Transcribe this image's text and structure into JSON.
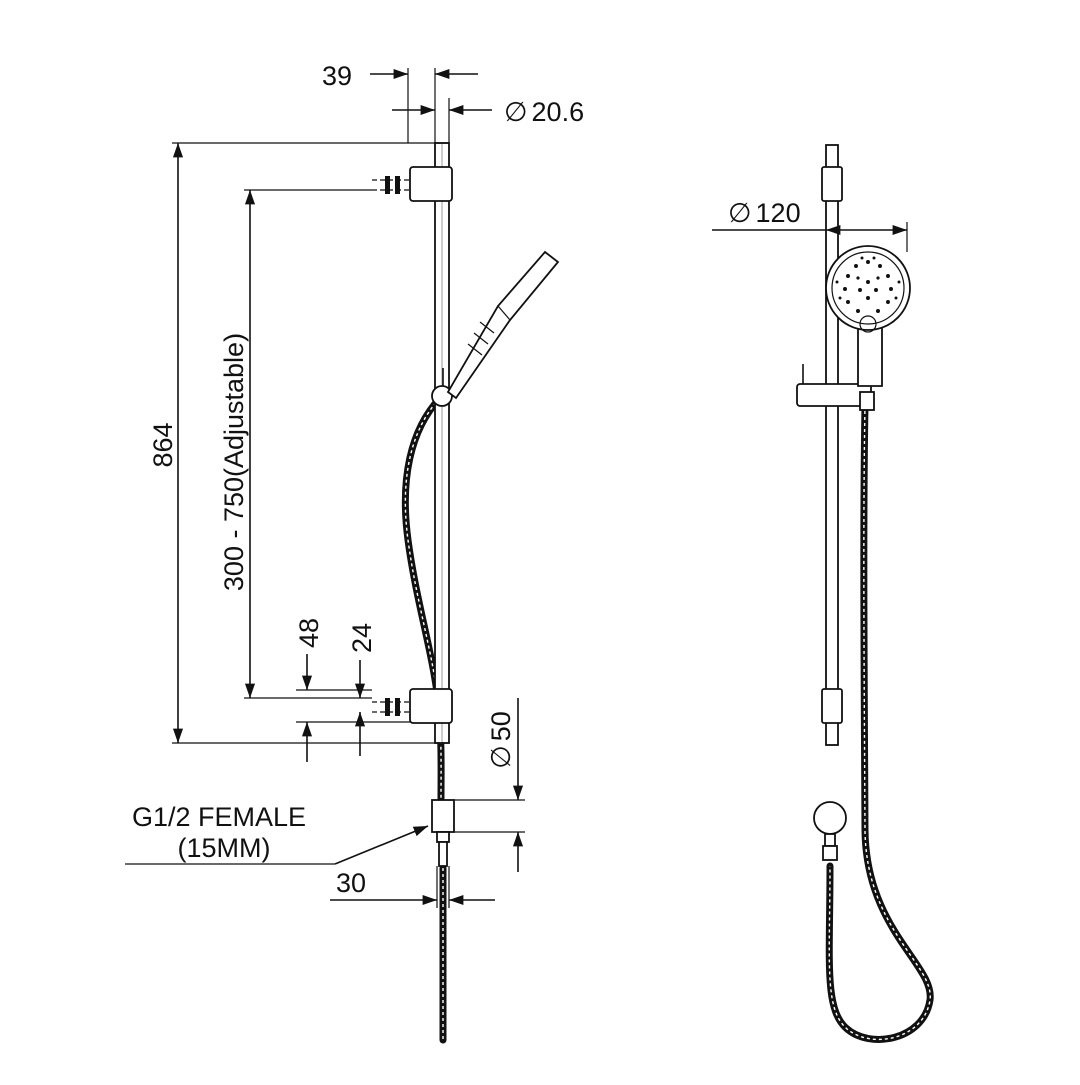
{
  "dimensions": {
    "d39": "39",
    "dia_20_6": "20.6",
    "d864": "864",
    "adjustable": "300 - 750(Adjustable)",
    "d48": "48",
    "d24": "24",
    "dia_50": "50",
    "d30": "30",
    "dia_120": "120"
  },
  "callout": {
    "line1": "G1/2 FEMALE",
    "line2": "(15MM)"
  },
  "symbols": {
    "diameter": "∅"
  }
}
